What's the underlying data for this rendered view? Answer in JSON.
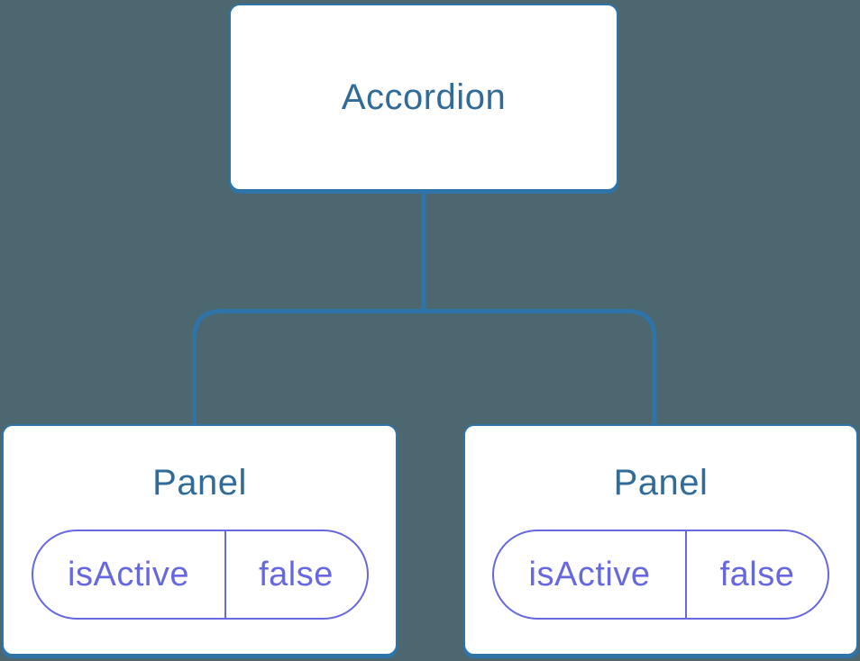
{
  "diagram": {
    "type": "component-tree",
    "colors": {
      "bg": "#4d6771",
      "line": "#2e74a8",
      "title_text": "#316b98",
      "accent_purple": "#6767e0",
      "node_fill": "#ffffff"
    },
    "root": {
      "label": "Accordion"
    },
    "children": [
      {
        "label": "Panel",
        "state_key": "isActive",
        "state_value": "false"
      },
      {
        "label": "Panel",
        "state_key": "isActive",
        "state_value": "false"
      }
    ]
  }
}
